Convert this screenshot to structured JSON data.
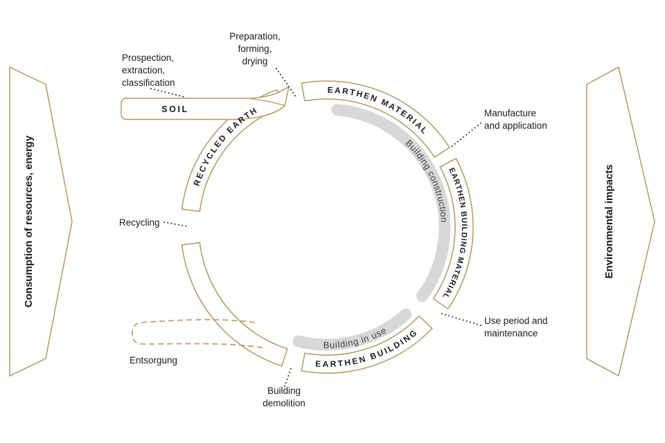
{
  "diagram": {
    "colors": {
      "accent": "#b5975f",
      "inner_arc_gray": "#d8d8d8",
      "text": "#1a1a1a"
    },
    "ring": {
      "earthen_material": "EARTHEN MATERIAL",
      "earthen_building_material": "EARTHEN BUILDING MATERIAL",
      "earthen_building": "EARTHEN BUILDING",
      "recycled_earth": "RECYCLED EARTH",
      "soil": "SOIL"
    },
    "inner": {
      "building_construction": "Building construction",
      "building_in_use": "Building in use"
    },
    "banners": {
      "left": "Consumption of resources, energy",
      "right": "Environmental impacts"
    },
    "labels": {
      "prospection": [
        "Prospection,",
        "extraction,",
        "classification"
      ],
      "preparation": [
        "Preparation,",
        "forming,",
        "drying"
      ],
      "manufacture": [
        "Manufacture",
        "and application"
      ],
      "use_period": [
        "Use period and",
        "maintenance"
      ],
      "demolition": [
        "Building",
        "demolition"
      ],
      "recycling": "Recycling",
      "entsorgung": "Entsorgung"
    }
  }
}
